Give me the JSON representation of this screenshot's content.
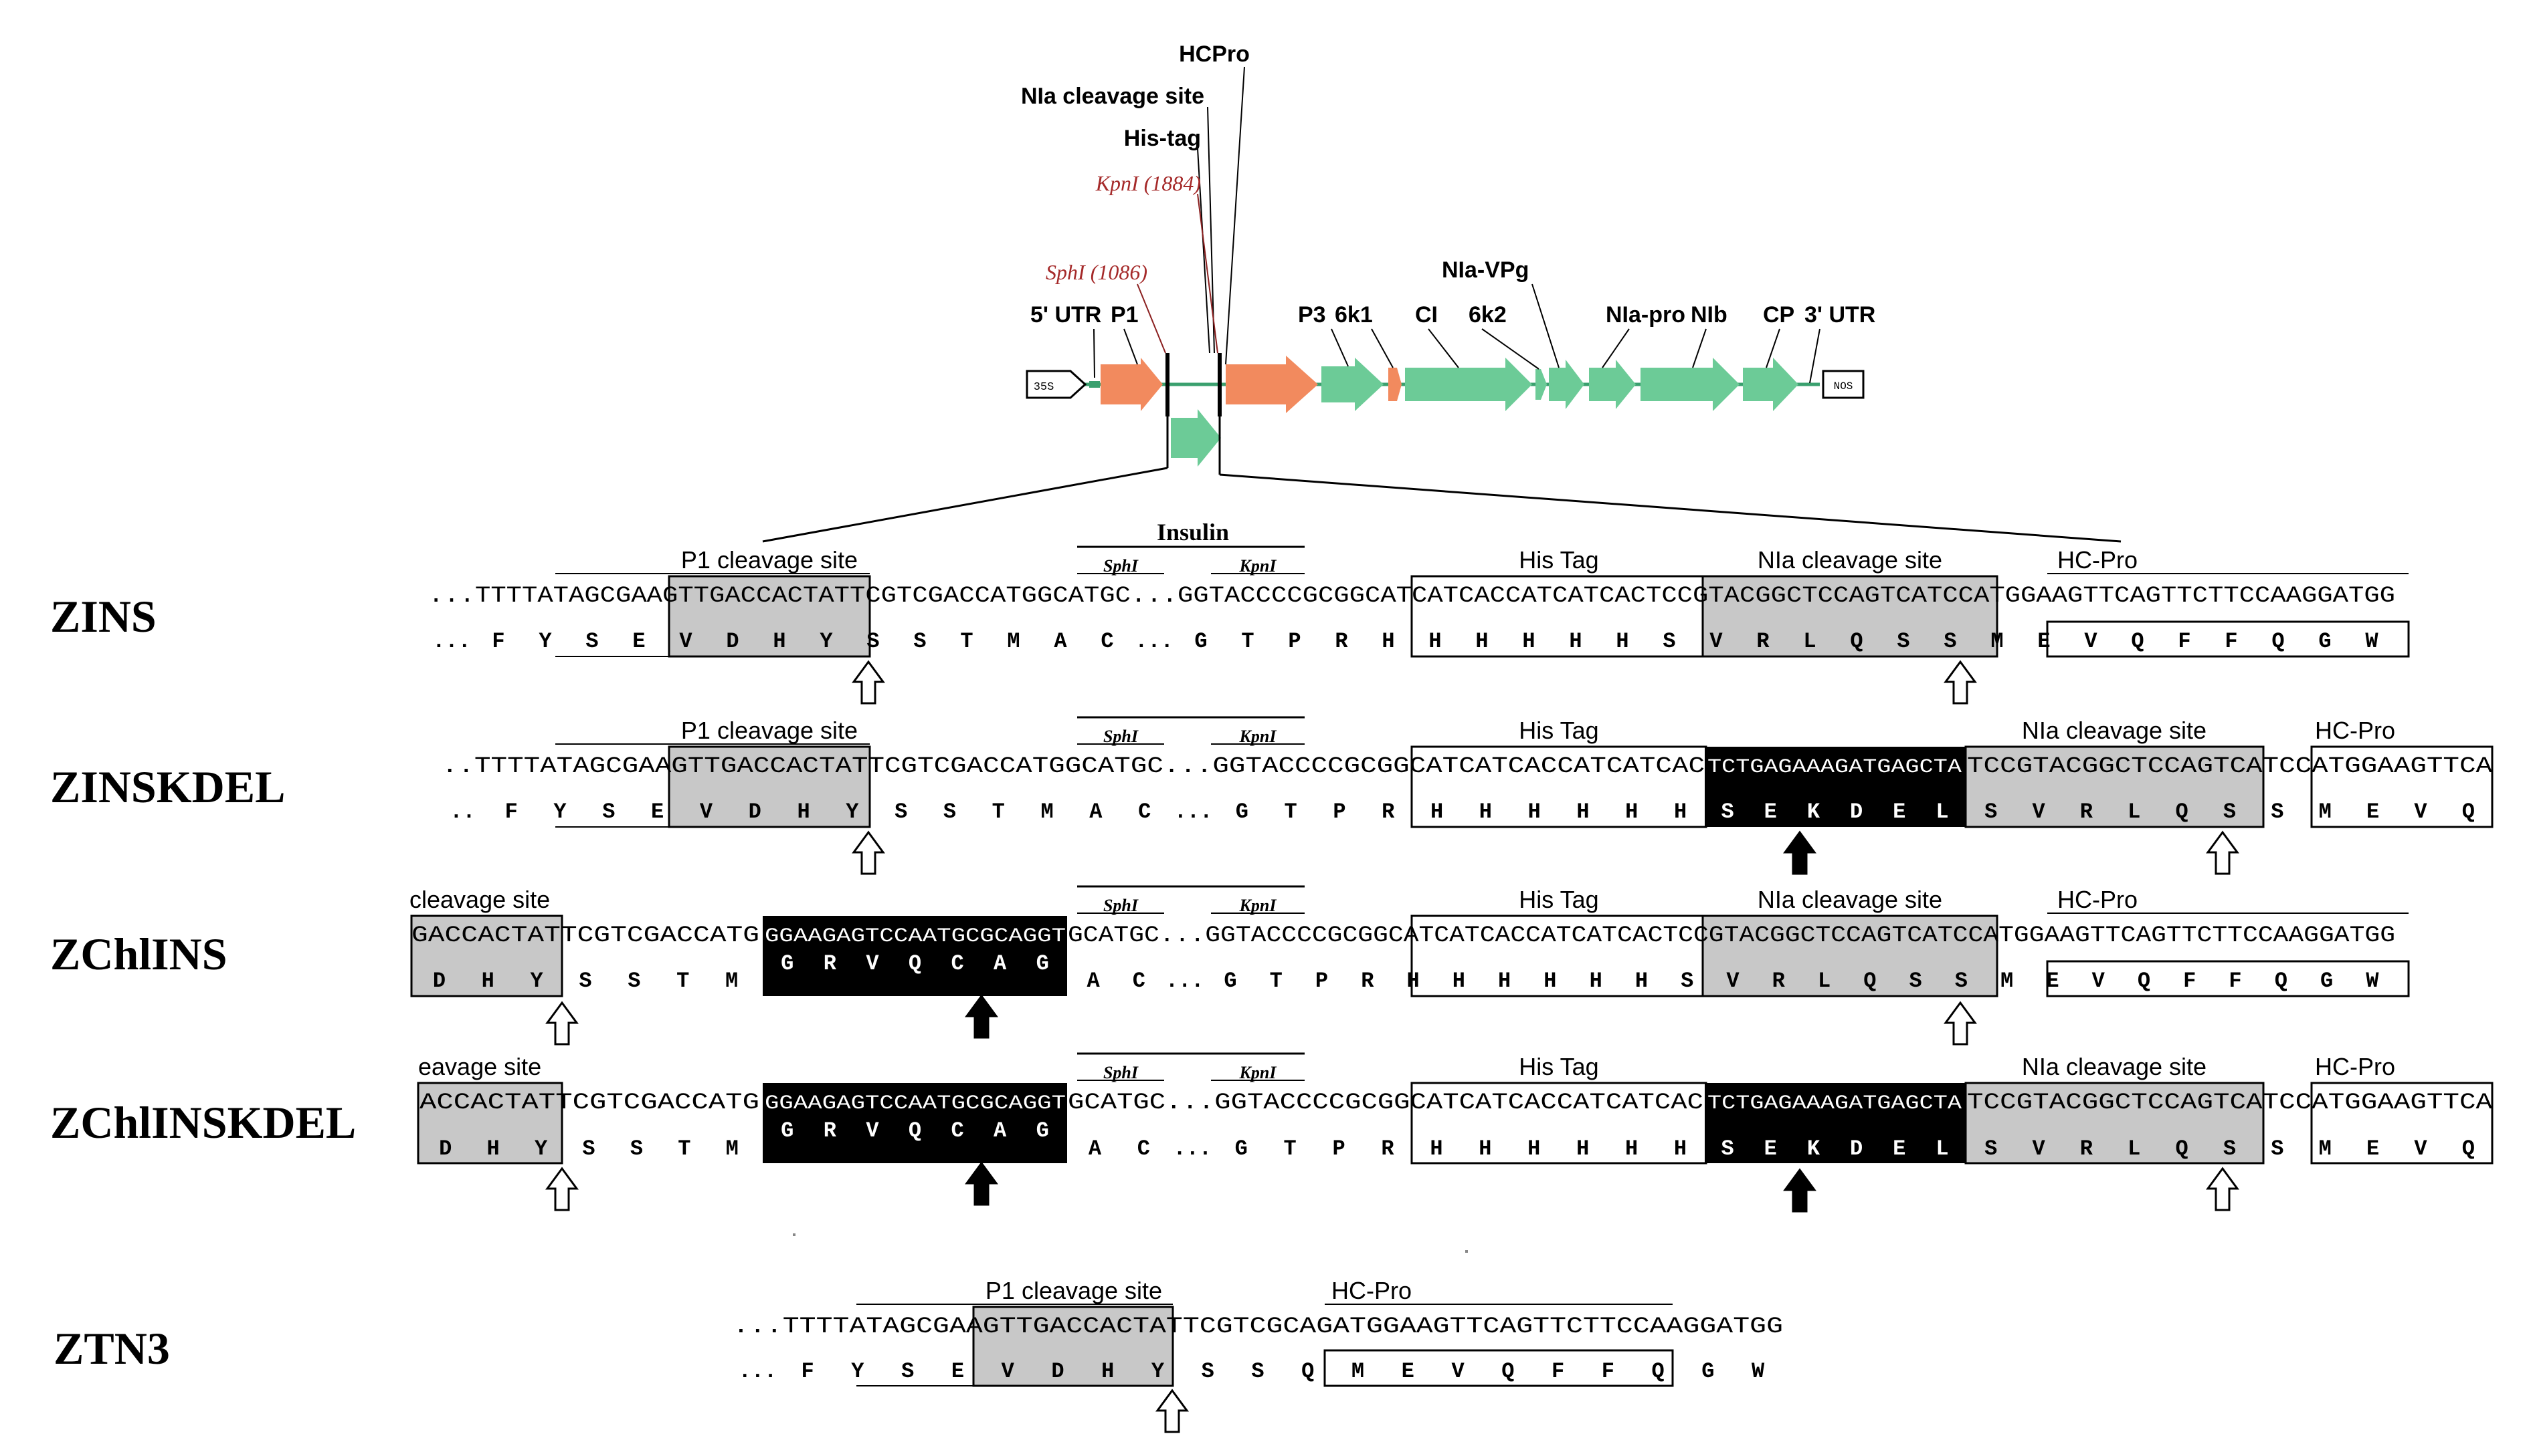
{
  "map": {
    "labels": {
      "hcpro": "HCPro",
      "nla_site": "NIa cleavage site",
      "his_tag": "His-tag",
      "kpn": "KpnI (1884)",
      "sph": "SphI (1086)",
      "utr5": "5' UTR",
      "p1": "P1",
      "p3": "P3",
      "k61": "6k1",
      "ci": "CI",
      "k62": "6k2",
      "nia_vpg": "NIa-VPg",
      "nia_pro": "NIa-pro",
      "nib": "NIb",
      "cp": "CP",
      "utr3": "3' UTR",
      "p35s": "35S",
      "nos": "NOS"
    },
    "colors": {
      "orange": "#F28A5E",
      "green": "#6CCB97",
      "red_label": "#A52A2A"
    }
  },
  "constructs": [
    {
      "name": "ZINS",
      "dna": "...TTTTATAGCGAAGTTGACCACTATTCGTCGACCATGGCATGC...GGTACCCCGCGGCATCATCACCATCATCACTCCGTACGGCTCCAGTCATCCATGGAAGTTCAGTTCTTCCAAGGATGG",
      "aa": [
        "...",
        "F",
        "Y",
        "S",
        "E",
        "V",
        "D",
        "H",
        "Y",
        "S",
        "S",
        "T",
        "M",
        "A",
        "C",
        "...",
        "G",
        "T",
        "P",
        "R",
        "H",
        "H",
        "H",
        "H",
        "H",
        "H",
        "S",
        "V",
        "R",
        "L",
        "Q",
        "S",
        "S",
        "M",
        "E",
        "V",
        "Q",
        "F",
        "F",
        "Q",
        "G",
        "W"
      ],
      "labels": {
        "p1": "P1 cleavage site",
        "insulin": "Insulin",
        "sph": "SphI",
        "kpn": "KpnI",
        "his": "His Tag",
        "nia": "NIa cleavage site",
        "hcpro": "HC-Pro"
      }
    },
    {
      "name": "ZINSKDEL",
      "dna_a": "..TTTTATAGCGAAGTTGACCACTATTCGTCGACCATGGCATGC...GGTACCCCGCGGCATCATCACCATCATCAC",
      "dna_kdel": "TCTGAGAAAGATGAGCTA",
      "dna_b": "TCCGTACGGCTCCAGTCATCCATGGAAGTTCA",
      "aa": [
        "..",
        "F",
        "Y",
        "S",
        "E",
        "V",
        "D",
        "H",
        "Y",
        "S",
        "S",
        "T",
        "M",
        "A",
        "C",
        "...",
        "G",
        "T",
        "P",
        "R",
        "H",
        "H",
        "H",
        "H",
        "H",
        "H"
      ],
      "aa_kdel": [
        "S",
        "E",
        "K",
        "D",
        "E",
        "L"
      ],
      "aa_b": [
        "S",
        "V",
        "R",
        "L",
        "Q",
        "S",
        "S",
        "M",
        "E",
        "V",
        "Q"
      ],
      "labels": {
        "p1": "P1 cleavage site",
        "sph": "SphI",
        "kpn": "KpnI",
        "his": "His Tag",
        "nia": "NIa cleavage site",
        "hcpro": "HC-Pro"
      }
    },
    {
      "name": "ZChlINS",
      "dna_a": "GACCACTATTCGTCGACCATG",
      "dna_chl": "GGAAGAGTCCAATGCGCAGGT",
      "dna_b": "GCATGC...GGTACCCCGCGGCATCATCACCATCATCACTCCGTACGGCTCCAGTCATCCATGGAAGTTCAGTTCTTCCAAGGATGG",
      "aa_a": [
        "D",
        "H",
        "Y",
        "S",
        "S",
        "T",
        "M"
      ],
      "aa_chl": [
        "G",
        "R",
        "V",
        "Q",
        "C",
        "A",
        "G"
      ],
      "aa_b": [
        "A",
        "C",
        "...",
        "G",
        "T",
        "P",
        "R",
        "H",
        "H",
        "H",
        "H",
        "H",
        "H",
        "S",
        "V",
        "R",
        "L",
        "Q",
        "S",
        "S",
        "M",
        "E",
        "V",
        "Q",
        "F",
        "F",
        "Q",
        "G",
        "W"
      ],
      "labels": {
        "p1": "cleavage site",
        "sph": "SphI",
        "kpn": "KpnI",
        "his": "His Tag",
        "nia": "NIa cleavage site",
        "hcpro": "HC-Pro"
      }
    },
    {
      "name": "ZChlINSKDEL",
      "dna_a": "ACCACTATTCGTCGACCATG",
      "dna_chl": "GGAAGAGTCCAATGCGCAGGT",
      "dna_b": "GCATGC...GGTACCCCGCGGCATCATCACCATCATCAC",
      "dna_kdel": "TCTGAGAAAGATGAGCTA",
      "dna_c": "TCCGTACGGCTCCAGTCATCCATGGAAGTTCA",
      "aa_a": [
        "D",
        "H",
        "Y",
        "S",
        "S",
        "T",
        "M"
      ],
      "aa_chl": [
        "G",
        "R",
        "V",
        "Q",
        "C",
        "A",
        "G"
      ],
      "aa_b": [
        "A",
        "C",
        "...",
        "G",
        "T",
        "P",
        "R",
        "H",
        "H",
        "H",
        "H",
        "H",
        "H"
      ],
      "aa_kdel": [
        "S",
        "E",
        "K",
        "D",
        "E",
        "L"
      ],
      "aa_c": [
        "S",
        "V",
        "R",
        "L",
        "Q",
        "S",
        "S",
        "M",
        "E",
        "V",
        "Q"
      ],
      "labels": {
        "p1": "eavage site",
        "sph": "SphI",
        "kpn": "KpnI",
        "his": "His Tag",
        "nia": "NIa cleavage site",
        "hcpro": "HC-Pro"
      }
    },
    {
      "name": "ZTN3",
      "dna": "...TTTTATAGCGAAGTTGACCACTATTCGTCGCAGATGGAAGTTCAGTTCTTCCAAGGATGG",
      "aa": [
        "...",
        "F",
        "Y",
        "S",
        "E",
        "V",
        "D",
        "H",
        "Y",
        "S",
        "S",
        "Q",
        "M",
        "E",
        "V",
        "Q",
        "F",
        "F",
        "Q",
        "G",
        "W"
      ],
      "labels": {
        "p1": "P1 cleavage site",
        "hcpro": "HC-Pro"
      }
    }
  ]
}
